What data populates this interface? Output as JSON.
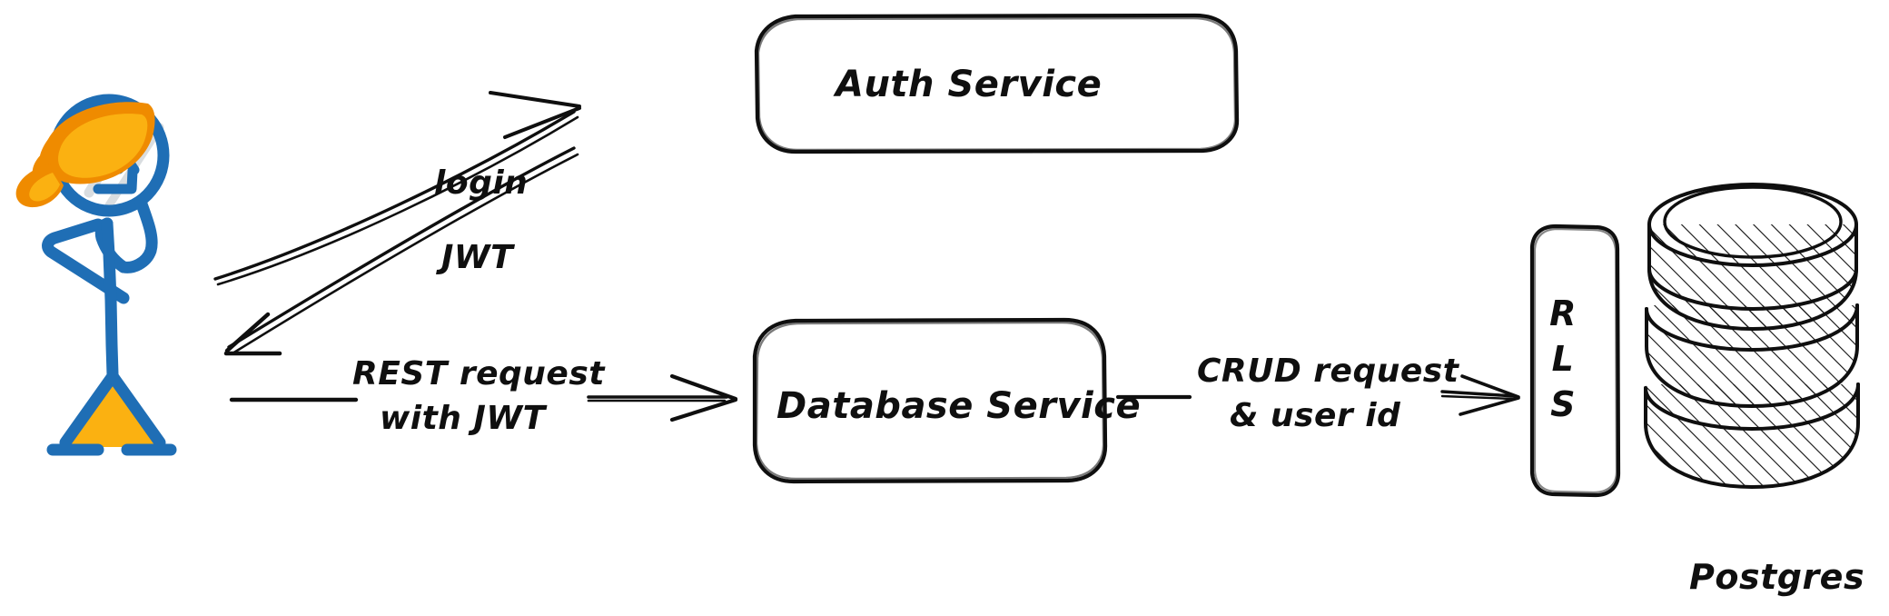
{
  "diagram": {
    "title": "Auth and database request flow",
    "style": "hand-drawn sketch",
    "background_color": "#ffffff",
    "ink_color": "#0f0f0f",
    "accent_blue": "#1f6eb5",
    "accent_orange": "#ef8b00",
    "accent_yellow": "#fbb111"
  },
  "actor": {
    "name": "user-stick-figure",
    "description": "stick figure person with orange beret hat and orange skirt"
  },
  "nodes": [
    {
      "id": "auth-service",
      "label": "Auth Service",
      "shape": "rounded-rectangle"
    },
    {
      "id": "database-service",
      "label": "Database Service",
      "shape": "rounded-rectangle"
    },
    {
      "id": "rls",
      "label": "RLS",
      "letters": [
        "R",
        "L",
        "S"
      ],
      "shape": "rounded-rectangle-vertical"
    },
    {
      "id": "postgres",
      "label": "Postgres",
      "shape": "database-cylinder",
      "tiers": 3
    }
  ],
  "edges": [
    {
      "id": "login-edge",
      "label": "login",
      "from": "user-stick-figure",
      "to": "auth-service",
      "direction": "right-up"
    },
    {
      "id": "jwt-edge",
      "label": "JWT",
      "from": "auth-service",
      "to": "user-stick-figure",
      "direction": "left-down"
    },
    {
      "id": "rest-edge",
      "label_lines": [
        "REST request",
        "with JWT"
      ],
      "from": "user-stick-figure",
      "to": "database-service",
      "direction": "right"
    },
    {
      "id": "crud-edge",
      "label_lines": [
        "CRUD request",
        "& user id"
      ],
      "from": "database-service",
      "to": "rls",
      "direction": "right"
    }
  ],
  "labels": {
    "auth_service": "Auth Service",
    "database_service": "Database Service",
    "postgres": "Postgres",
    "rls_r": "R",
    "rls_l": "L",
    "rls_s": "S",
    "login": "login",
    "jwt": "JWT",
    "rest_line1": "REST request",
    "rest_line2": "with JWT",
    "crud_line1": "CRUD request",
    "crud_line2": "& user id"
  }
}
